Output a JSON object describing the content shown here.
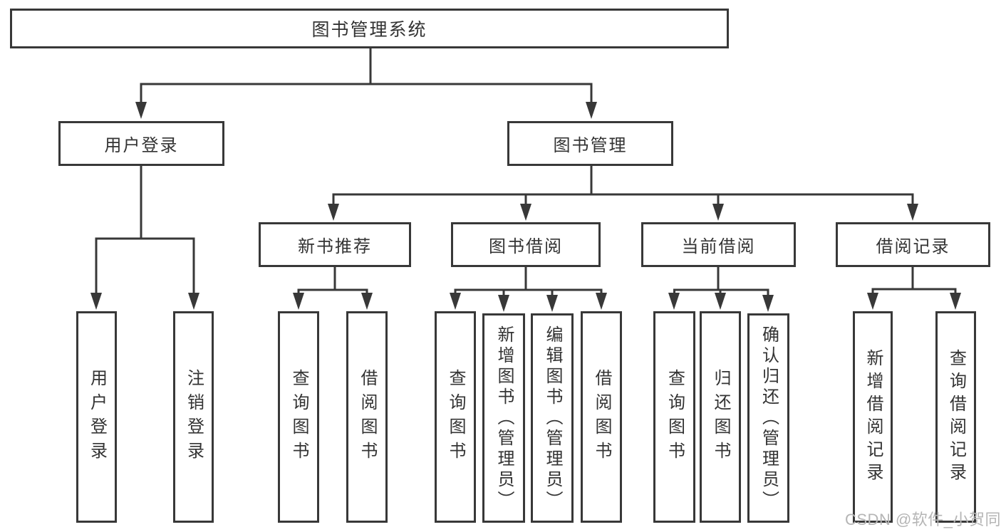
{
  "diagram": {
    "type": "hierarchy-tree",
    "colors": {
      "line": "#383838",
      "box_border": "#383838",
      "text": "#333333",
      "watermark": "#b5b5b5",
      "background": "#ffffff"
    },
    "tree": {
      "root": {
        "label": "图书管理系统"
      },
      "branches": [
        {
          "label": "用户登录",
          "children": [
            {
              "label": "用户登录"
            },
            {
              "label": "注销登录"
            }
          ]
        },
        {
          "label": "图书管理",
          "children": [
            {
              "label": "新书推荐",
              "children": [
                {
                  "label": "查询图书"
                },
                {
                  "label": "借阅图书"
                }
              ]
            },
            {
              "label": "图书借阅",
              "children": [
                {
                  "label": "查询图书"
                },
                {
                  "label": "新增图书（管理员）"
                },
                {
                  "label": "编辑图书（管理员）"
                },
                {
                  "label": "借阅图书"
                }
              ]
            },
            {
              "label": "当前借阅",
              "children": [
                {
                  "label": "查询图书"
                },
                {
                  "label": "归还图书"
                },
                {
                  "label": "确认归还（管理员）"
                }
              ]
            },
            {
              "label": "借阅记录",
              "children": [
                {
                  "label": "新增借阅记录"
                },
                {
                  "label": "查询借阅记录"
                }
              ]
            }
          ]
        }
      ]
    }
  },
  "watermark": {
    "text": "CSDN @软件_小贺同学"
  }
}
